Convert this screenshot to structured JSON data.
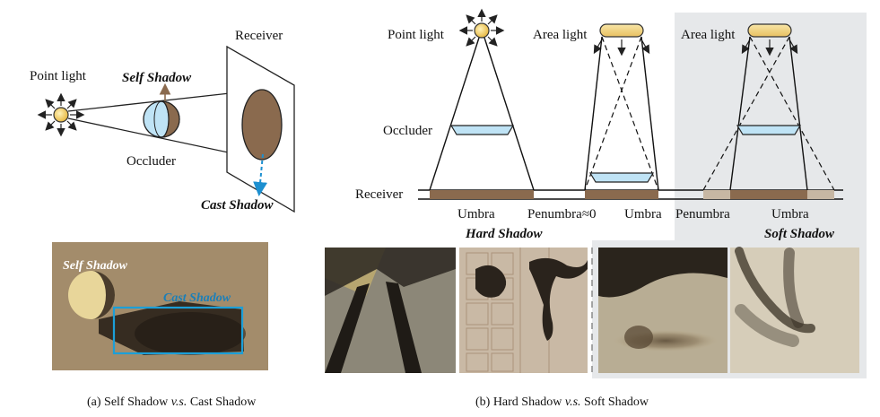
{
  "panel_a": {
    "light_label": "Point light",
    "self_shadow_label": "Self Shadow",
    "occluder_label": "Occluder",
    "receiver_label": "Receiver",
    "cast_shadow_label": "Cast Shadow",
    "photo_self_shadow": "Self Shadow",
    "photo_cast_shadow": "Cast Shadow",
    "caption_prefix": "(a) Self Shadow ",
    "caption_vs": "v.s.",
    "caption_suffix": " Cast Shadow"
  },
  "panel_b": {
    "point_light_label": "Point light",
    "area_light_label_1": "Area light",
    "area_light_label_2": "Area light",
    "occluder_label": "Occluder",
    "receiver_label": "Receiver",
    "umbra_1": "Umbra",
    "penumbra_zero": "Penumbra≈0",
    "umbra_2": "Umbra",
    "penumbra": "Penumbra",
    "umbra_3": "Umbra",
    "hard_shadow_label": "Hard Shadow",
    "soft_shadow_label": "Soft Shadow",
    "caption_prefix": "(b) Hard Shadow ",
    "caption_vs": "v.s.",
    "caption_suffix": " Soft Shadow"
  },
  "colors": {
    "shadow_brown": "#8a6a4e",
    "occluder_blue": "#bfe3f5",
    "light_yellow": "#f3d27a",
    "arrow_blue": "#1c8fd0",
    "soft_panel_gray": "#e6e8ea"
  }
}
